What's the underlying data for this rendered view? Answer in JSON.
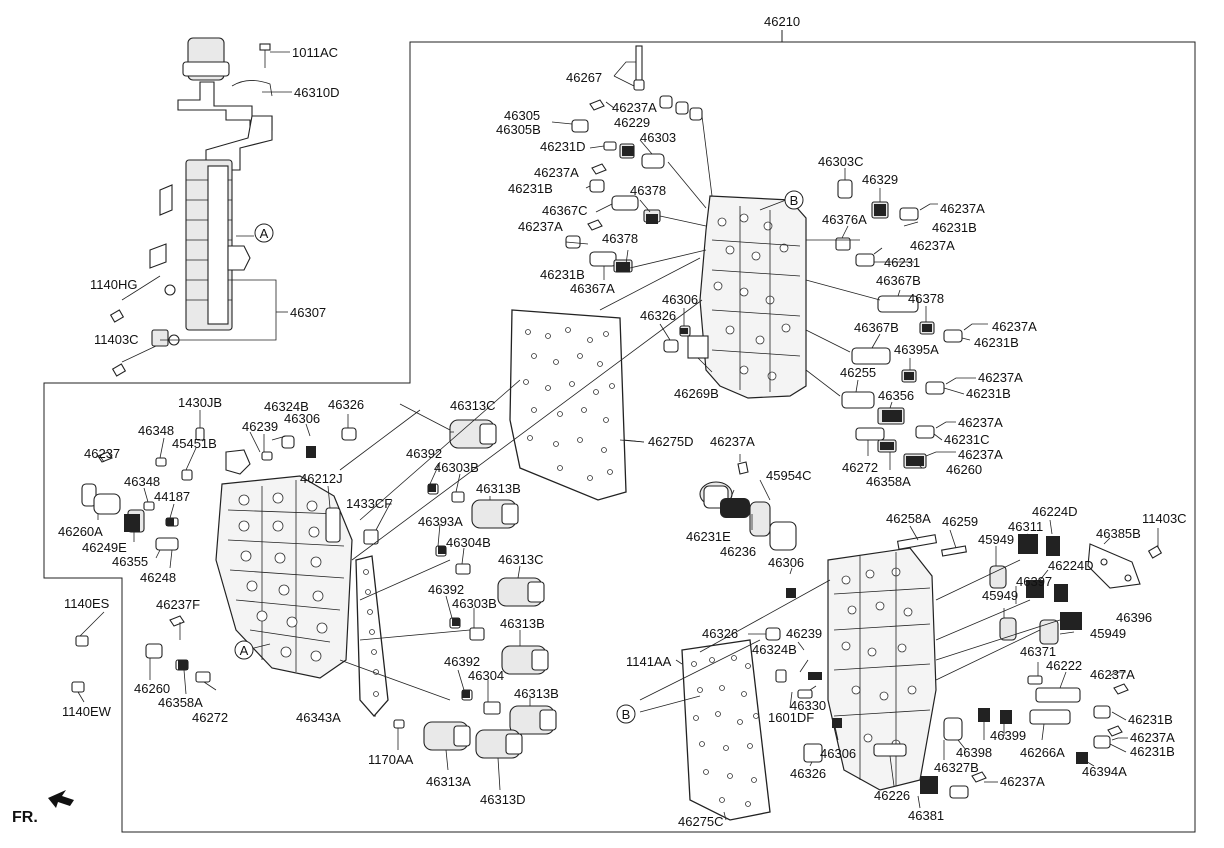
{
  "diagram": {
    "assembly_label": "46210",
    "orientation_text": "FR.",
    "refs": [
      "A",
      "B"
    ],
    "labels": {
      "l_1011AC": "1011AC",
      "l_46310D": "46310D",
      "l_46307": "46307",
      "l_1140HG": "1140HG",
      "l_11403C_a": "11403C",
      "l_46267": "46267",
      "l_46237A_1": "46237A",
      "l_46305": "46305",
      "l_46305B": "46305B",
      "l_46229": "46229",
      "l_46231D": "46231D",
      "l_46303": "46303",
      "l_46237A_2": "46237A",
      "l_46231B_1": "46231B",
      "l_46378_1": "46378",
      "l_46367C": "46367C",
      "l_46237A_3": "46237A",
      "l_46378_2": "46378",
      "l_46231B_2": "46231B",
      "l_46367A": "46367A",
      "l_46303C": "46303C",
      "l_46329": "46329",
      "l_46237A_4": "46237A",
      "l_46231B_3": "46231B",
      "l_46376A": "46376A",
      "l_46237A_5": "46237A",
      "l_46231": "46231",
      "l_46367B_1": "46367B",
      "l_46378_3": "46378",
      "l_46237A_6": "46237A",
      "l_46367B_2": "46367B",
      "l_46231B_4": "46231B",
      "l_46395A": "46395A",
      "l_46255": "46255",
      "l_46237A_7": "46237A",
      "l_46231B_5": "46231B",
      "l_46356": "46356",
      "l_46237A_8": "46237A",
      "l_46231C": "46231C",
      "l_46272_1": "46272",
      "l_46237A_9": "46237A",
      "l_46358A_1": "46358A",
      "l_46260_1": "46260",
      "l_46306_1": "46306",
      "l_46326_1": "46326",
      "l_46269B": "46269B",
      "l_46275D": "46275D",
      "l_46237A_10": "46237A",
      "l_45954C": "45954C",
      "l_46231E": "46231E",
      "l_46236": "46236",
      "l_46258A": "46258A",
      "l_46259": "46259",
      "l_46311": "46311",
      "l_46224D_1": "46224D",
      "l_46385B": "46385B",
      "l_11403C_b": "11403C",
      "l_45949_1": "45949",
      "l_46224D_2": "46224D",
      "l_46397": "46397",
      "l_45949_2": "45949",
      "l_46396": "46396",
      "l_45949_3": "45949",
      "l_46306_2": "46306",
      "l_46326_2": "46326",
      "l_46239_1": "46239",
      "l_46324B_1": "46324B",
      "l_46330": "46330",
      "l_1141AA": "1141AA",
      "l_1601DF": "1601DF",
      "l_46306_3": "46306",
      "l_46326_3": "46326",
      "l_46371": "46371",
      "l_46222": "46222",
      "l_46237A_11": "46237A",
      "l_46231B_6": "46231B",
      "l_46398": "46398",
      "l_46399": "46399",
      "l_46266A": "46266A",
      "l_46237A_12": "46237A",
      "l_46231B_7": "46231B",
      "l_46327B": "46327B",
      "l_46394A": "46394A",
      "l_46226": "46226",
      "l_46381": "46381",
      "l_46237A_13": "46237A",
      "l_46275C": "46275C",
      "l_1430JB": "1430JB",
      "l_46324B_2": "46324B",
      "l_46326_4": "46326",
      "l_46348_1": "46348",
      "l_45451B": "45451B",
      "l_46239_2": "46239",
      "l_46306_4": "46306",
      "l_46313C_1": "46313C",
      "l_46237": "46237",
      "l_46212J": "46212J",
      "l_46348_2": "46348",
      "l_44187": "44187",
      "l_46392_1": "46392",
      "l_46303B_1": "46303B",
      "l_1433CF": "1433CF",
      "l_46313B_1": "46313B",
      "l_46260A": "46260A",
      "l_46249E": "46249E",
      "l_46355": "46355",
      "l_46248": "46248",
      "l_46393A": "46393A",
      "l_46304B": "46304B",
      "l_46313C_2": "46313C",
      "l_1140ES": "1140ES",
      "l_46237F": "46237F",
      "l_46392_2": "46392",
      "l_46303B_2": "46303B",
      "l_46313B_2": "46313B",
      "l_46260_2": "46260",
      "l_46358A_2": "46358A",
      "l_46272_2": "46272",
      "l_46392_3": "46392",
      "l_46304": "46304",
      "l_1140EW": "1140EW",
      "l_46343A": "46343A",
      "l_46313B_3": "46313B",
      "l_1170AA": "1170AA",
      "l_46313A": "46313A",
      "l_46313D": "46313D"
    }
  }
}
